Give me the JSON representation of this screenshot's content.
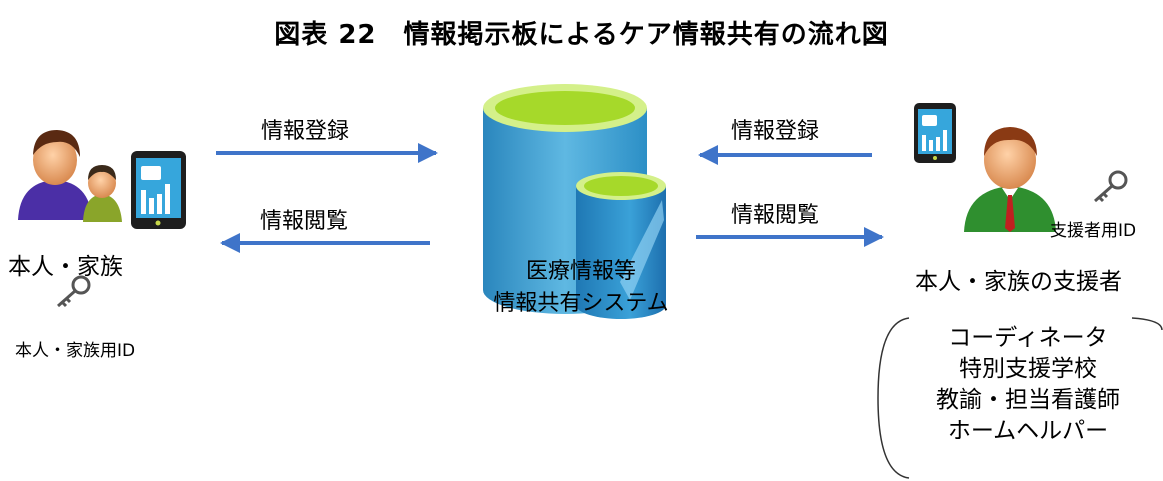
{
  "title": "図表 22　情報掲示板によるケア情報共有の流れ図",
  "left": {
    "arrow_top_label": "情報登録",
    "arrow_bottom_label": "情報閲覧",
    "actor_label": "本人・家族",
    "id_label": "本人・家族用ID"
  },
  "center": {
    "system_line1": "医療情報等",
    "system_line2": "情報共有システム"
  },
  "right": {
    "arrow_top_label": "情報登録",
    "arrow_bottom_label": "情報閲覧",
    "actor_label": "本人・家族の支援者",
    "id_label": "支援者用ID",
    "roles": [
      "コーディネータ",
      "特別支援学校",
      "教諭・担当看護師",
      "ホームヘルパー"
    ]
  },
  "colors": {
    "arrow": "#3f74c9",
    "cylinder_body": "#4aa6d4",
    "cylinder_top": "#a6d92a",
    "phone": "#1e1e1e",
    "phone_screen": "#36a6dc"
  }
}
